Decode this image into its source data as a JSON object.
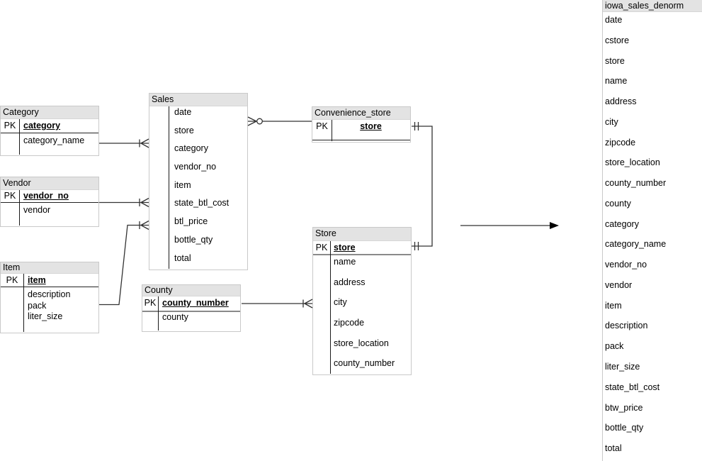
{
  "diagram": {
    "tables": [
      {
        "id": "category",
        "name": "Category",
        "pk_label": "PK",
        "pk_fields": [
          "category"
        ],
        "fields": [
          "category_name"
        ]
      },
      {
        "id": "vendor",
        "name": "Vendor",
        "pk_label": "PK",
        "pk_fields": [
          "vendor_no"
        ],
        "fields": [
          "vendor"
        ]
      },
      {
        "id": "item",
        "name": "Item",
        "pk_label": "PK",
        "pk_fields": [
          "item"
        ],
        "fields": [
          "description",
          "pack",
          "liter_size"
        ]
      },
      {
        "id": "sales",
        "name": "Sales",
        "pk_label": "",
        "pk_fields": [],
        "fields": [
          "date",
          "store",
          "category",
          "vendor_no",
          "item",
          "state_btl_cost",
          "btl_price",
          "bottle_qty",
          "total"
        ]
      },
      {
        "id": "county",
        "name": "County",
        "pk_label": "PK",
        "pk_fields": [
          "county_number"
        ],
        "fields": [
          "county"
        ]
      },
      {
        "id": "convenience_store",
        "name": "Convenience_store",
        "pk_label": "PK",
        "pk_fields": [
          "store"
        ],
        "fields": []
      },
      {
        "id": "store",
        "name": "Store",
        "pk_label": "PK",
        "pk_fields": [
          "store"
        ],
        "fields": [
          "name",
          "address",
          "city",
          "zipcode",
          "store_location",
          "county_number"
        ]
      }
    ],
    "denorm_table": {
      "title": "iowa_sales_denorm",
      "fields": [
        "date",
        "cstore",
        "store",
        "name",
        "address",
        "city",
        "zipcode",
        "store_location",
        "county_number",
        "county",
        "category",
        "category_name",
        "vendor_no",
        "vendor",
        "item",
        "description",
        "pack",
        "liter_size",
        "state_btl_cost",
        "btw_price",
        "bottle_qty",
        "total"
      ]
    },
    "connectors": [
      {
        "id": "category-sales",
        "from": "Category",
        "to": "Sales",
        "to_end": "one-to-many-crow-foot"
      },
      {
        "id": "vendor-sales",
        "from": "Vendor",
        "to": "Sales",
        "to_end": "one-to-many-crow-foot"
      },
      {
        "id": "item-sales",
        "from": "Item",
        "to": "Sales",
        "to_end": "one-to-many-crow-foot"
      },
      {
        "id": "county-store",
        "from": "County",
        "to": "Store",
        "to_end": "one-to-many-crow-foot"
      },
      {
        "id": "sales-convenience-store",
        "from": "Sales",
        "to": "Convenience_store",
        "from_end": "zero-or-many-crow-foot-circle"
      },
      {
        "id": "convenience-store-store",
        "from": "Convenience_store",
        "to": "Store",
        "from_end": "one-double-tick",
        "to_end": "one-double-tick"
      },
      {
        "id": "denorm-arrow",
        "type": "arrow",
        "from": "diagram",
        "to": "iowa_sales_denorm"
      }
    ],
    "colors": {
      "header_bg": "#e3e3e3",
      "box_border": "#c9c9c9",
      "line": "#333333",
      "text": "#000000"
    }
  }
}
